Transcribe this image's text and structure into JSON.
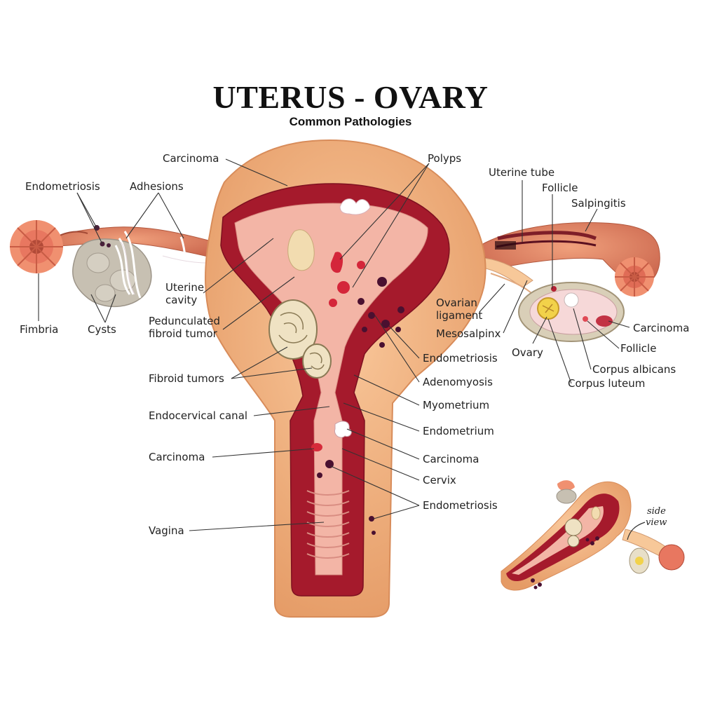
{
  "title": "UTERUS - OVARY",
  "subtitle": "Common Pathologies",
  "labels": {
    "carcinoma_top": "Carcinoma",
    "polyps": "Polyps",
    "endometriosis_left": "Endometriosis",
    "adhesions": "Adhesions",
    "uterine_cavity_1": "Uterine",
    "uterine_cavity_2": "cavity",
    "pedunculated_1": "Pedunculated",
    "pedunculated_2": "fibroid tumor",
    "fimbria": "Fimbria",
    "cysts": "Cysts",
    "fibroid_tumors": "Fibroid tumors",
    "endocervical_canal": "Endocervical canal",
    "carcinoma_left": "Carcinoma",
    "vagina": "Vagina",
    "uterine_tube": "Uterine tube",
    "follicle_top": "Follicle",
    "salpingitis": "Salpingitis",
    "ovarian_ligament_1": "Ovarian",
    "ovarian_ligament_2": "ligament",
    "mesosalpinx": "Mesosalpinx",
    "carcinoma_right": "Carcinoma",
    "follicle_right": "Follicle",
    "ovary": "Ovary",
    "corpus_albicans": "Corpus albicans",
    "corpus_luteum": "Corpus luteum",
    "endometriosis_mid": "Endometriosis",
    "adenomyosis": "Adenomyosis",
    "myometrium": "Myometrium",
    "endometrium": "Endometrium",
    "carcinoma_cervix": "Carcinoma",
    "cervix": "Cervix",
    "endometriosis_low": "Endometriosis",
    "side_view_1": "side",
    "side_view_2": "view"
  },
  "colors": {
    "flesh": "#f2b27e",
    "flesh_dark": "#e49a68",
    "myometrium": "#9c1628",
    "endometrium": "#f0b2a6",
    "leader": "#333333"
  }
}
